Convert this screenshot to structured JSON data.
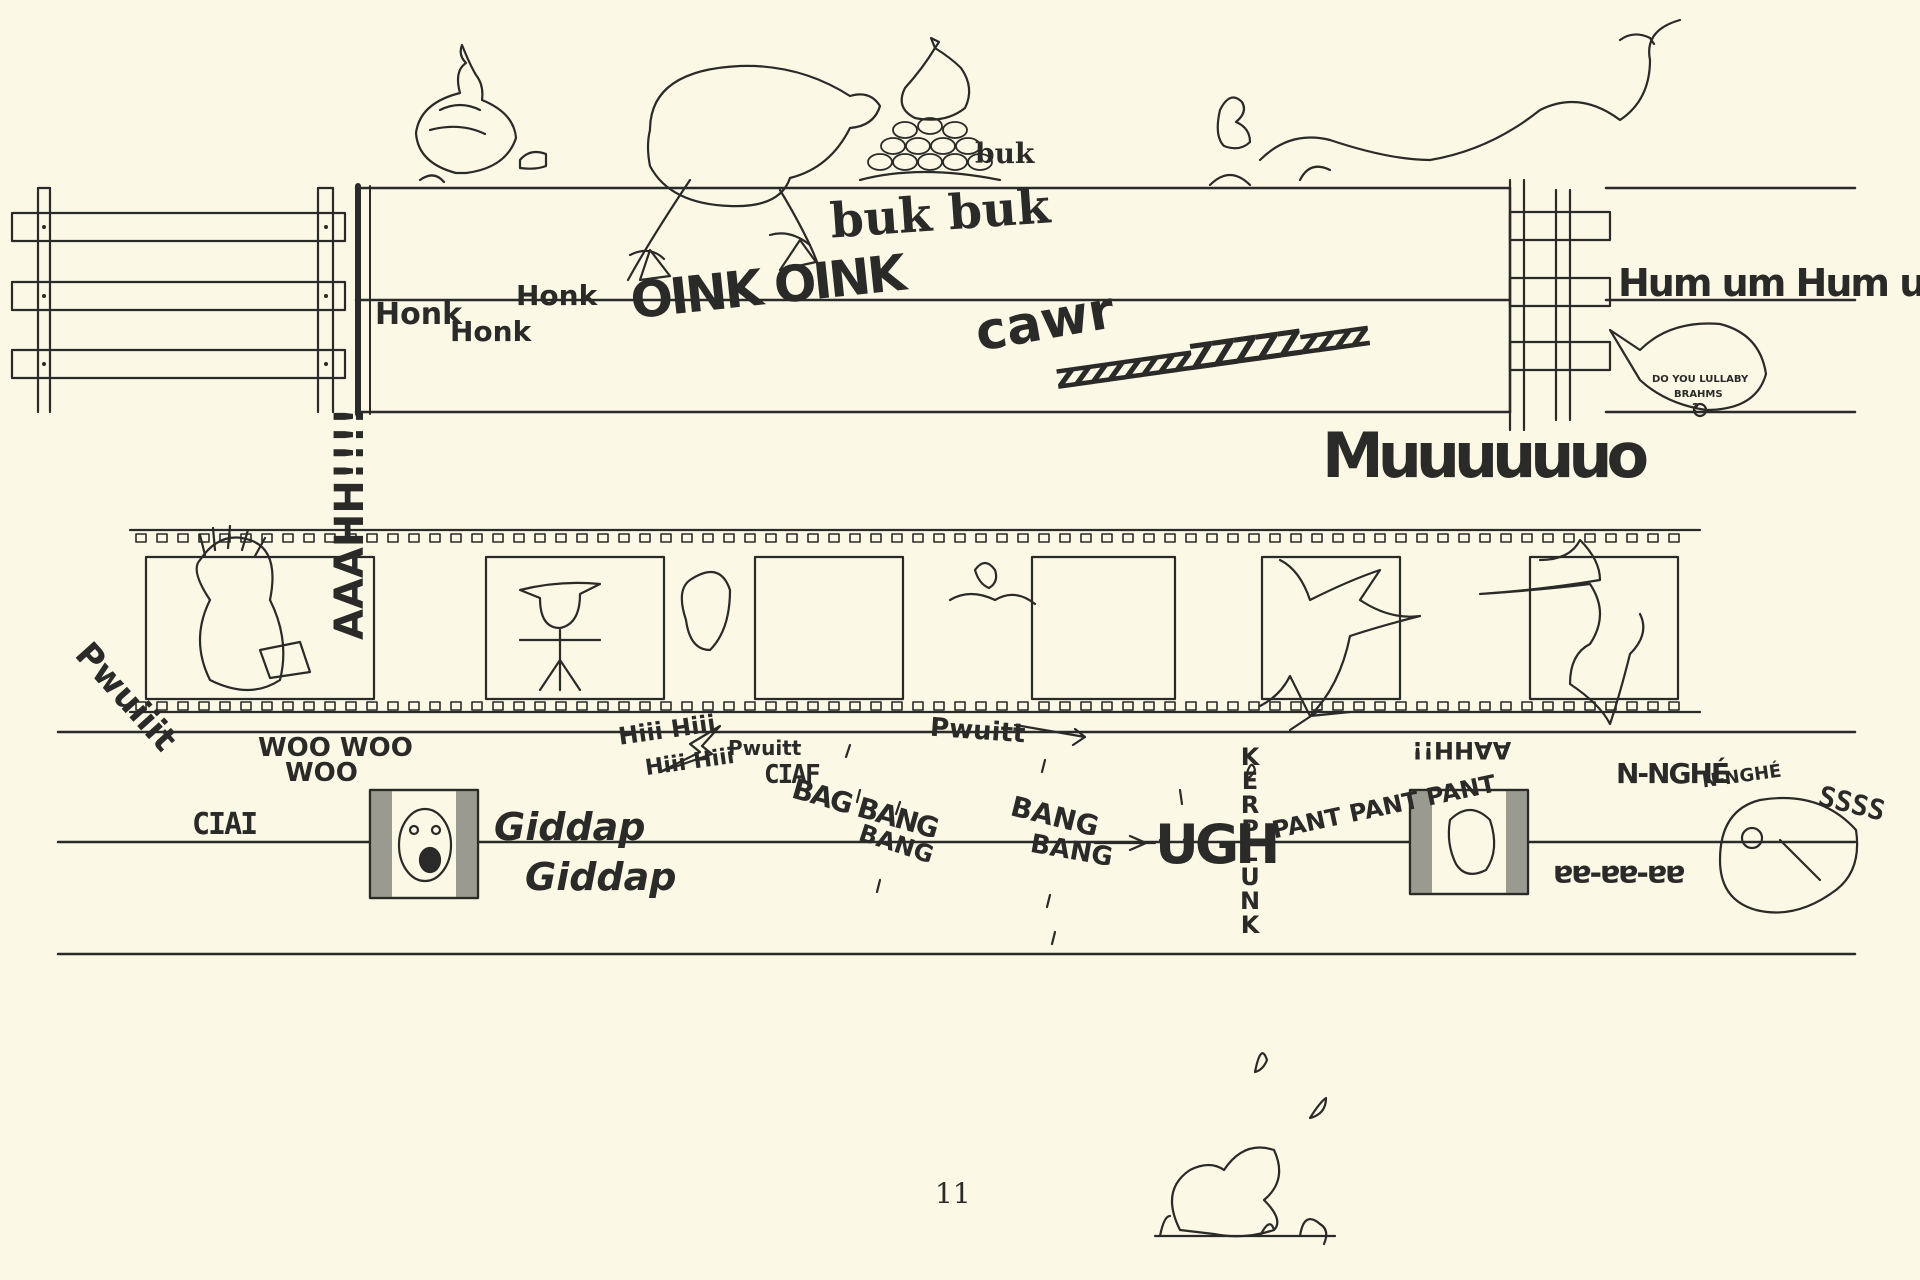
{
  "staff1": {
    "honk_1": "Honk",
    "honk_2": "Honk",
    "honk_3": "Honk",
    "oink": "OINK OINK",
    "buk_small": "buk",
    "buk": "buk buk",
    "cawr": "cawr",
    "zzz": "zzzzzzzzZZZZZzzzz",
    "moo": "Muuuuuuo",
    "hum": "Hum um Hum um",
    "sign_line1": "DO YOU LULLABY",
    "sign_line2": "BRAHMS",
    "sign_mark": "?"
  },
  "staff2": {
    "pwuit": "Pwuiiit",
    "woo": "WOO WOO",
    "woo2": "WOO",
    "ciai": "CIAI",
    "aahh": "AAAHH!!!!",
    "giddap1": "Giddap",
    "giddap2": "Giddap",
    "hii": "Hiii Hiii",
    "hii2": "Hiii Hiii",
    "pwuitt": "Pwuitt",
    "ciaf": "CIAF",
    "bang1": "BAG BANG",
    "bang2": "BANG",
    "pwuitt2": "Pwuitt",
    "bang3": "BANG",
    "bang4": "BANG",
    "ugh": "UGH",
    "kerplunk": "KERPLUNK",
    "pant": "PANT PANT PANT",
    "aahh2": "AAHH!!",
    "nnghe1": "N-NGHÉ",
    "nnghe2": "N-NGHÉ",
    "sss": "SSSS",
    "aaa": "aa-aa-aa"
  },
  "page_number": "11"
}
